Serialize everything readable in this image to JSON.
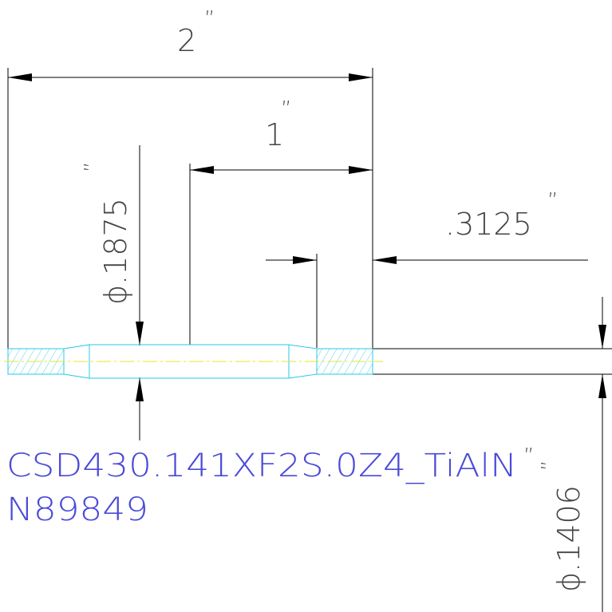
{
  "dimensions": {
    "overall_length": "2",
    "step_length": "1",
    "neck_length": ".3125",
    "neck_diameter": "ϕ.1875",
    "shank_diameter": "ϕ.1406",
    "inch_mark": "”"
  },
  "label": {
    "part_number": "CSD430.141XF2S.0Z4_TiAlN",
    "code": "N89849"
  },
  "colors": {
    "part_outline": "#27c8e8",
    "centerline": "#e8e820",
    "label_text": "#4a4ad8",
    "dimension_text": "#444444",
    "dimension_lines": "#000000"
  }
}
